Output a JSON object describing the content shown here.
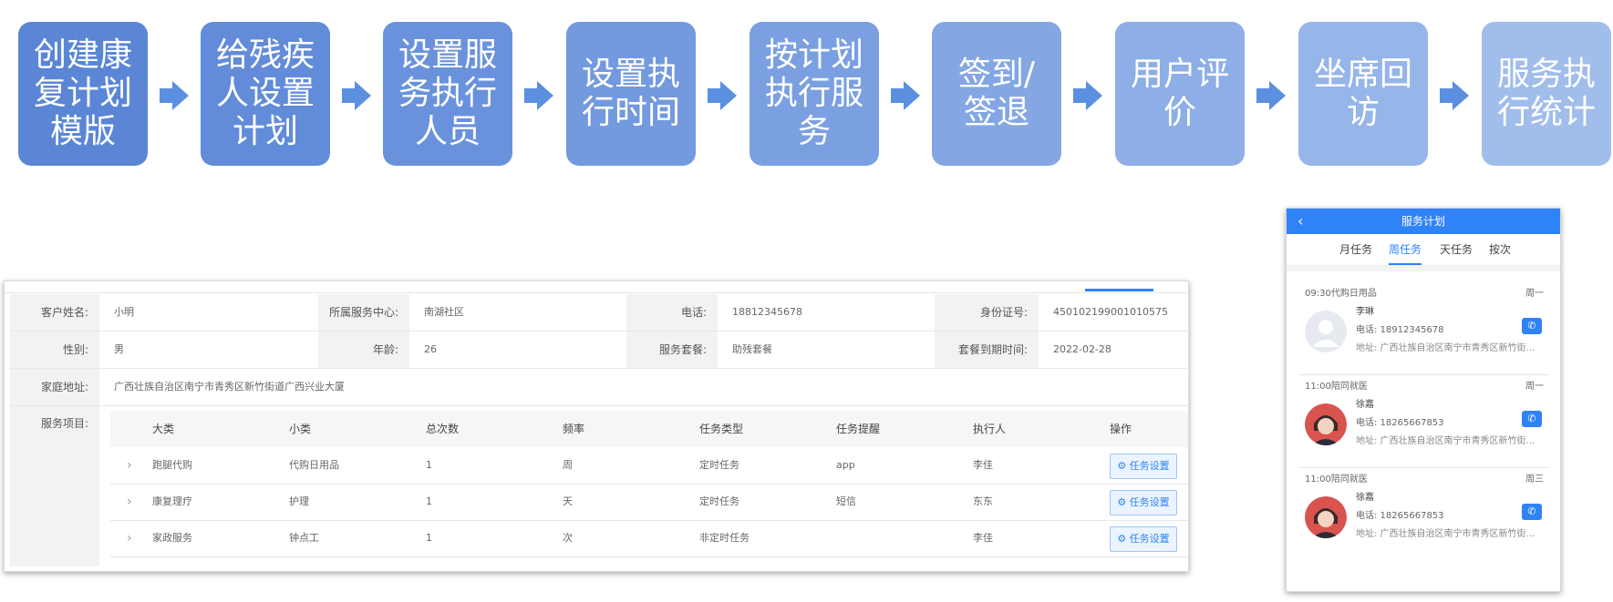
{
  "flow": {
    "steps": [
      {
        "label": "创建康\n复计划\n模版",
        "color": "#5b86d6"
      },
      {
        "label": "给残疾\n人设置\n计划",
        "color": "#628bd9"
      },
      {
        "label": "设置服\n务执行\n人员",
        "color": "#6a92dc"
      },
      {
        "label": "设置执\n行时间",
        "color": "#7399de"
      },
      {
        "label": "按计划\n执行服\n务",
        "color": "#7ba0e1"
      },
      {
        "label": "签到/\n签退",
        "color": "#84a7e3"
      },
      {
        "label": "用户评\n价",
        "color": "#8daee6"
      },
      {
        "label": "坐席回\n访",
        "color": "#96b5e8"
      },
      {
        "label": "服务执\n行统计",
        "color": "#a0bdeb"
      }
    ],
    "arrow_color": "#5b8fe0"
  },
  "info": {
    "name_label": "客户姓名:",
    "name_value": "小明",
    "center_label": "所属服务中心:",
    "center_value": "南湖社区",
    "phone_label": "电话:",
    "phone_value": "18812345678",
    "id_label": "身份证号:",
    "id_value": "450102199001010575",
    "gender_label": "性别:",
    "gender_value": "男",
    "age_label": "年龄:",
    "age_value": "26",
    "package_label": "服务套餐:",
    "package_value": "助残套餐",
    "expire_label": "套餐到期时间:",
    "expire_value": "2022-02-28",
    "address_label": "家庭地址:",
    "address_value": "广西壮族自治区南宁市青秀区新竹街道广西兴业大厦",
    "project_label": "服务项目:"
  },
  "table": {
    "headers": [
      "大类",
      "小类",
      "总次数",
      "频率",
      "任务类型",
      "任务提醒",
      "执行人",
      "操作"
    ],
    "rows": [
      {
        "category": "跑腿代购",
        "subcategory": "代购日用品",
        "count": "1",
        "freq": "周",
        "type": "定时任务",
        "remind": "app",
        "executor": "李佳",
        "action": "任务设置"
      },
      {
        "category": "康复理疗",
        "subcategory": "护理",
        "count": "1",
        "freq": "天",
        "type": "定时任务",
        "remind": "短信",
        "executor": "东东",
        "action": "任务设置"
      },
      {
        "category": "家政服务",
        "subcategory": "钟点工",
        "count": "1",
        "freq": "次",
        "type": "非定时任务",
        "remind": "",
        "executor": "李佳",
        "action": "任务设置"
      }
    ]
  },
  "phone": {
    "title": "服务计划",
    "tabs": [
      "月任务",
      "周任务",
      "天任务",
      "按次"
    ],
    "active_tab": 1,
    "tasks": [
      {
        "time": "09:30代购日用品",
        "week": "周一",
        "name": "李琳",
        "tel": "电话: 18912345678",
        "addr": "地址: 广西壮族自治区南宁市青秀区新竹街...",
        "avatar": "placeholder"
      },
      {
        "time": "11:00陪同就医",
        "week": "周一",
        "name": "徐嘉",
        "tel": "电话: 18265667853",
        "addr": "地址: 广西壮族自治区南宁市青秀区新竹街...",
        "avatar": "person"
      },
      {
        "time": "11:00陪同就医",
        "week": "周三",
        "name": "徐嘉",
        "tel": "电话: 18265667853",
        "addr": "地址: 广西壮族自治区南宁市青秀区新竹街...",
        "avatar": "person"
      }
    ]
  }
}
